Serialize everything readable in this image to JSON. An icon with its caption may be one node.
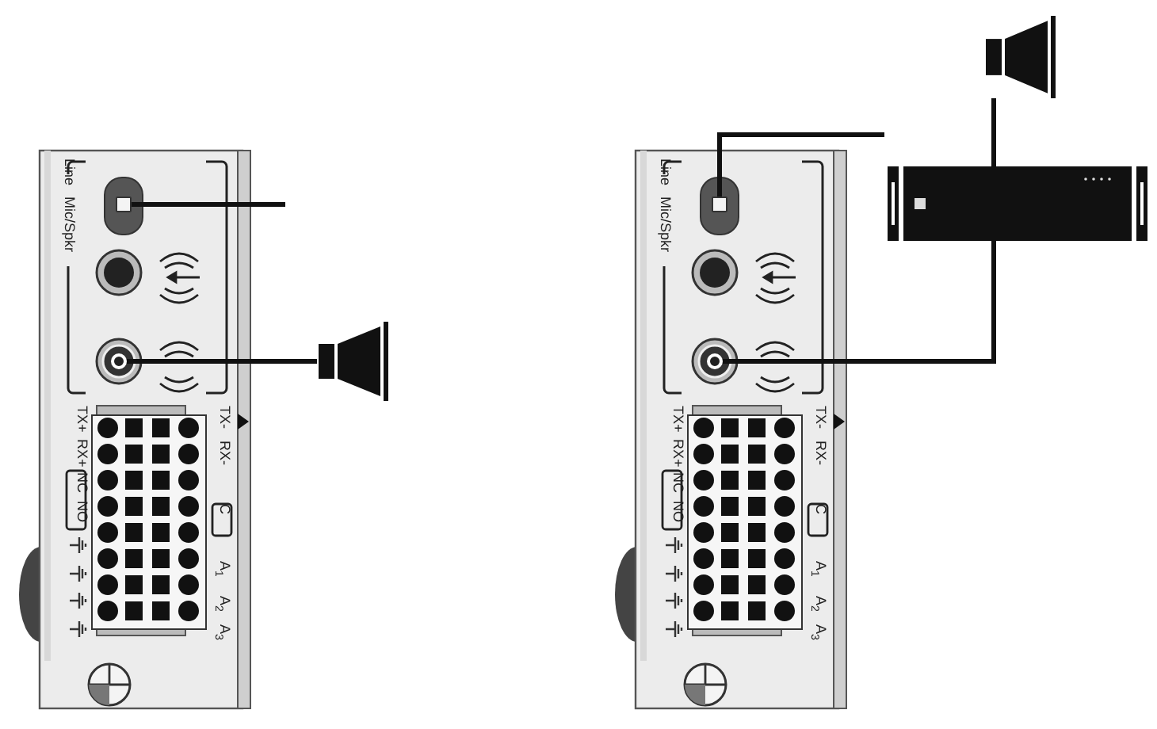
{
  "diagram": {
    "nodes": [
      {
        "text": [],
        "shape": "box"
      },
      {
        "text": [],
        "shape": "circle"
      },
      {
        "text": [],
        "shape": "speaker"
      },
      {
        "text": [],
        "shape": "box"
      },
      {
        "text": [],
        "shape": "circle"
      },
      {
        "text": [],
        "shape": "box"
      },
      {
        "text": [],
        "shape": "speaker"
      }
    ],
    "edges": [
      {
        "from": 0,
        "to": null,
        "arrow": "none"
      },
      {
        "from": 1,
        "to": 2,
        "arrow": "none"
      },
      {
        "from": 3,
        "to": null,
        "arrow": "none"
      },
      {
        "from": 5,
        "to": 6,
        "arrow": "none"
      },
      {
        "from": 4,
        "to": 5,
        "arrow": "none"
      }
    ],
    "labels": [
      "Line",
      "Mic/Spkr",
      "TX+",
      "RX+",
      "NC",
      "NO",
      "TX-",
      "RX-",
      "C",
      "A$_{1}$",
      "A$_{2}$",
      "A$_{3}$",
      "Line",
      "Mic/Spkr",
      "TX+",
      "RX+",
      "NC",
      "NO",
      "TX-",
      "RX-",
      "C",
      "A$_{1}$",
      "A$_{2}$",
      "A$_{3}$"
    ]
  }
}
